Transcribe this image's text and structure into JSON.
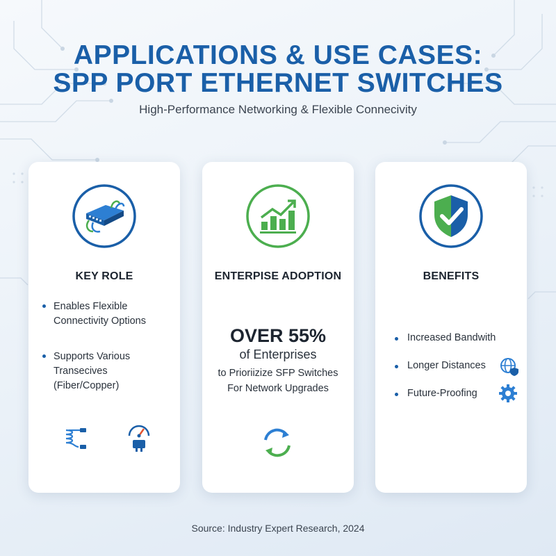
{
  "header": {
    "title_line1": "APPLICATIONS & USE CASES:",
    "title_line2": "SPP PORT ETHERNET SWITCHES",
    "subtitle": "High-Performance Networking & Flexible Connecivity"
  },
  "cards": [
    {
      "title": "KEY ROLE",
      "icon": "network-switch-icon",
      "bullets": [
        "Enables Flexible Connectivity Options",
        "Supports Various Transecives (Fiber/Copper)"
      ],
      "bottom_icons": [
        "fiber-cable-icon",
        "copper-connector-gauge-icon"
      ]
    },
    {
      "title": "ENTERPISE ADOPTION",
      "icon": "growth-chart-icon",
      "stat": "OVER 55%",
      "stat_sub": "of Enterprises",
      "stat_line1": "to Prioriizize SFP Switches",
      "stat_line2": "For Network Upgrades",
      "bottom_icon": "refresh-cycle-icon"
    },
    {
      "title": "BENEFITS",
      "icon": "shield-check-icon",
      "benefits": [
        "Increased Bandwith",
        "Longer Distances",
        "Future-Proofing"
      ],
      "benefit_icons": [
        "globe-shield-icon",
        "gear-icon"
      ]
    }
  ],
  "footer": {
    "source": "Source: Industry Expert Research, 2024"
  },
  "colors": {
    "brand_blue": "#1a5fa8",
    "accent_green": "#4cae4f",
    "text_dark": "#1d2530"
  }
}
